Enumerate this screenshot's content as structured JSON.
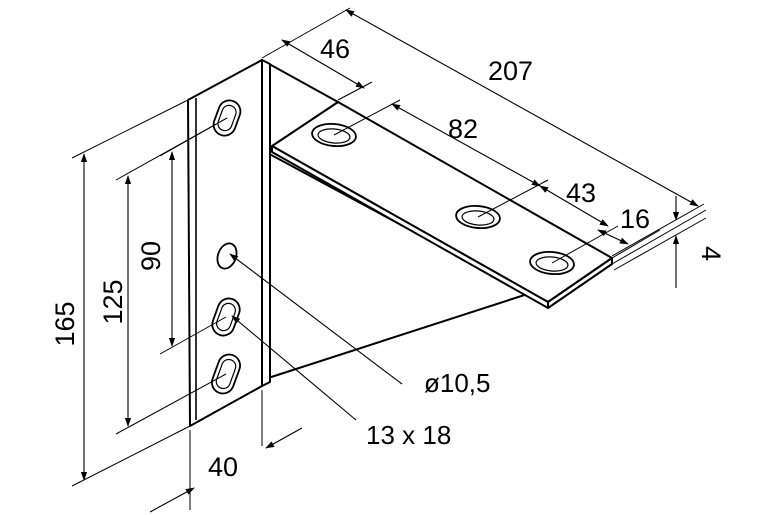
{
  "dimensions": {
    "overall_length": "207",
    "vertical_leg_depth": "46",
    "hole_pitch_horizontal": "82",
    "hole_spacing_mid_end": "43",
    "end_hole_offset": "16",
    "thickness": "4",
    "overall_height": "165",
    "height_125": "125",
    "height_90": "90",
    "base_width": "40"
  },
  "callouts": {
    "round_hole": "ø10,5",
    "slot": "13 x 18"
  }
}
